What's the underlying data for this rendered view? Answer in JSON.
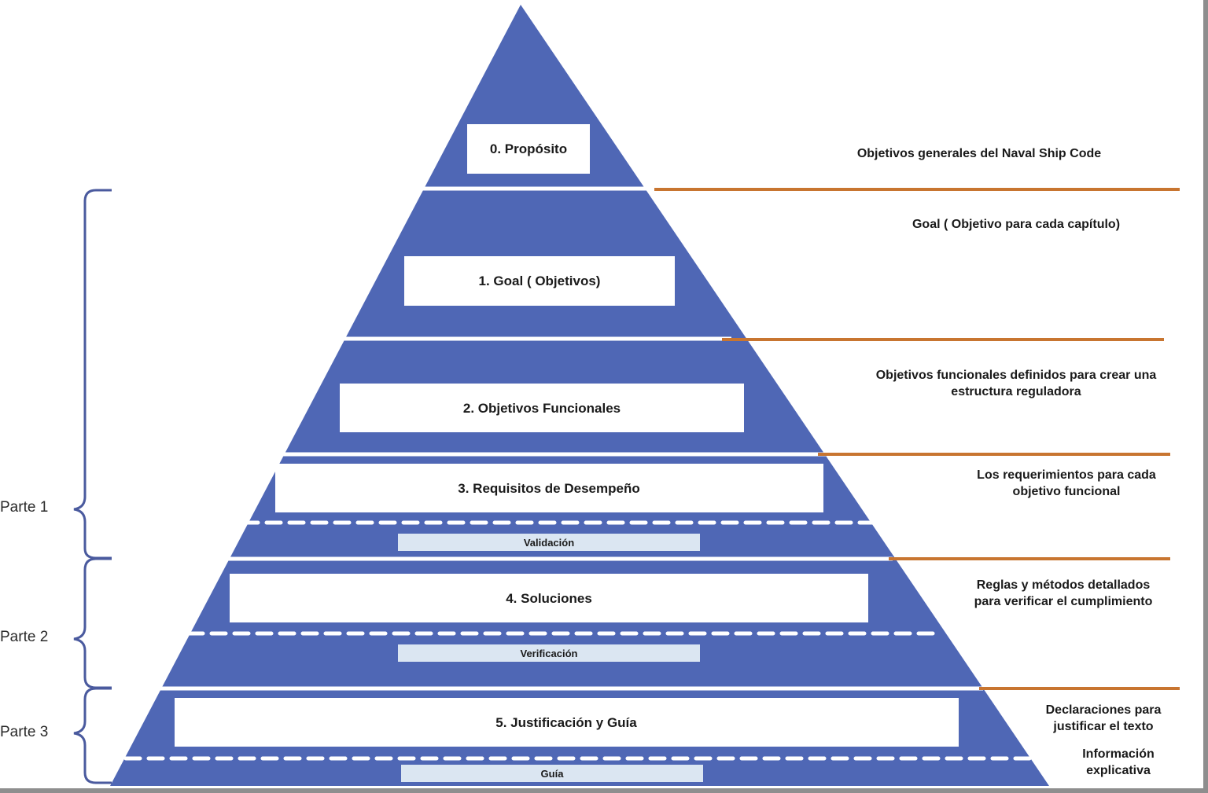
{
  "diagram": {
    "type": "pyramid",
    "colors": {
      "pyramid_fill": "#4f67b5",
      "box_fill": "#ffffff",
      "sub_box_fill": "#dbe6f2",
      "divider": "#ffffff",
      "leader_line": "#c87530",
      "bracket": "#4a5a9e",
      "text": "#1a1a1a"
    },
    "levels": [
      {
        "id": "0",
        "label": "0. Propósito",
        "description": "Objetivos generales del Naval Ship Code"
      },
      {
        "id": "1",
        "label": "1. Goal ( Objetivos)",
        "description": "Goal ( Objetivo para cada capítulo)"
      },
      {
        "id": "2",
        "label": "2. Objetivos Funcionales",
        "description": "Objetivos funcionales definidos para crear una\nestructura reguladora"
      },
      {
        "id": "3",
        "label": "3. Requisitos de Desempeño",
        "sub_label": "Validación",
        "description": "Los requerimientos para cada\nobjetivo funcional"
      },
      {
        "id": "4",
        "label": "4. Soluciones",
        "sub_label": "Verificación",
        "description": "Reglas y métodos detallados\npara verificar el cumplimiento"
      },
      {
        "id": "5",
        "label": "5. Justificación y Guía",
        "sub_label": "Guía",
        "description": "Declaraciones para\njustificar el texto",
        "sub_description": "Información\nexplicativa"
      }
    ],
    "parts": [
      {
        "label": "Parte 1",
        "spans_levels": [
          "1",
          "2",
          "3"
        ]
      },
      {
        "label": "Parte 2",
        "spans_levels": [
          "4"
        ]
      },
      {
        "label": "Parte 3",
        "spans_levels": [
          "5"
        ]
      }
    ]
  }
}
